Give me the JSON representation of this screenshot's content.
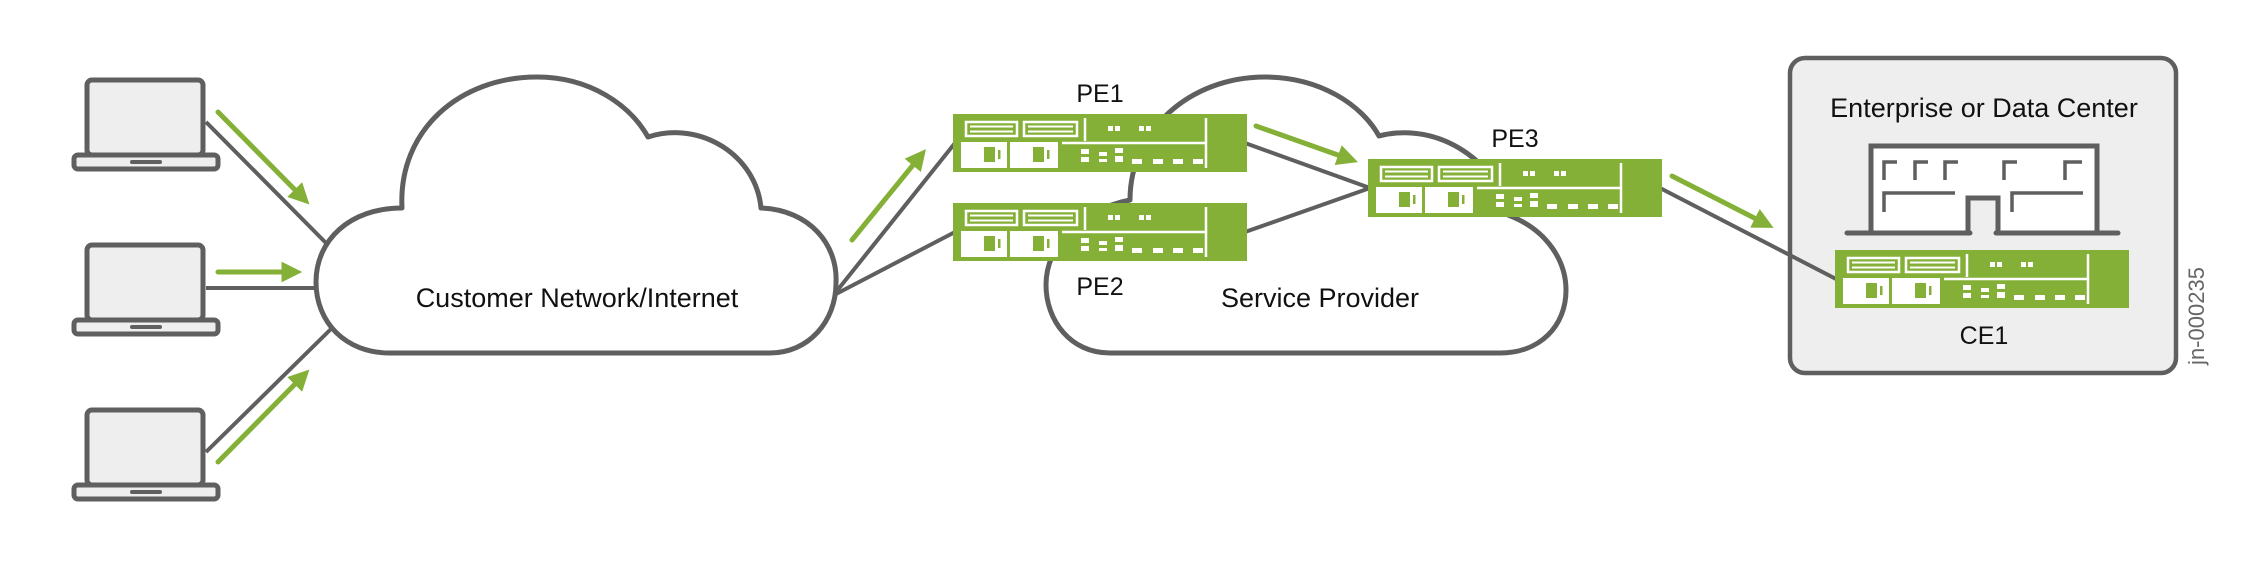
{
  "diagram": {
    "figure_id": "jn-000235",
    "colors": {
      "router_green": "#84b037",
      "outline_gray": "#5f5f5f",
      "panel_fill": "#eeeeee",
      "text": "#111111"
    },
    "endpoints": [
      {
        "name": "laptop-1",
        "kind": "laptop-icon"
      },
      {
        "name": "laptop-2",
        "kind": "laptop-icon"
      },
      {
        "name": "laptop-3",
        "kind": "laptop-icon"
      }
    ],
    "clouds": {
      "customer": {
        "label": "Customer Network/Internet"
      },
      "provider": {
        "label": "Service Provider"
      }
    },
    "routers": {
      "pe1": {
        "label": "PE1"
      },
      "pe2": {
        "label": "PE2"
      },
      "pe3": {
        "label": "PE3"
      },
      "ce1": {
        "label": "CE1"
      }
    },
    "site": {
      "title": "Enterprise or Data Center",
      "icon": "building-icon"
    },
    "traffic_flow": {
      "direction": "laptops → Customer Network/Internet → PE1 → PE3 → CE1",
      "arrow_color": "#84b037"
    }
  }
}
